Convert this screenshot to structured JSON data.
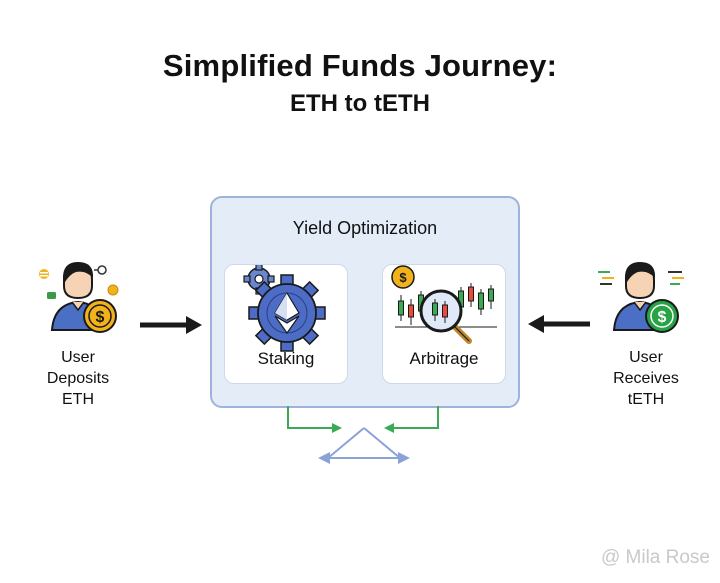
{
  "title": "Simplified Funds Journey:",
  "subtitle": "ETH to tETH",
  "yield_box": {
    "title": "Yield Optimization",
    "cards": [
      {
        "label": "Staking"
      },
      {
        "label": "Arbitrage"
      }
    ]
  },
  "user_left": {
    "line1": "User",
    "line2": "Deposits",
    "line3": "ETH"
  },
  "user_right": {
    "line1": "User",
    "line2": "Receives",
    "line3": "tETH"
  },
  "watermark": "@ Mila Rose",
  "colors": {
    "box_fill": "#e4ecf8",
    "box_border": "#9db3da",
    "gear_blue": "#4c6cc6",
    "coin_gold": "#f2b21b",
    "coin_green": "#27a244",
    "arrow_green": "#3aaa55",
    "arrow_blue": "#8aa2d6",
    "shirt_blue": "#4a6fc4"
  },
  "icons": {
    "left_user": "user-with-gold-dollar-coin-icon",
    "right_user": "user-with-green-dollar-coin-icon",
    "staking": "gear-ethereum-icon",
    "arbitrage": "magnifier-chart-dollar-icon"
  }
}
